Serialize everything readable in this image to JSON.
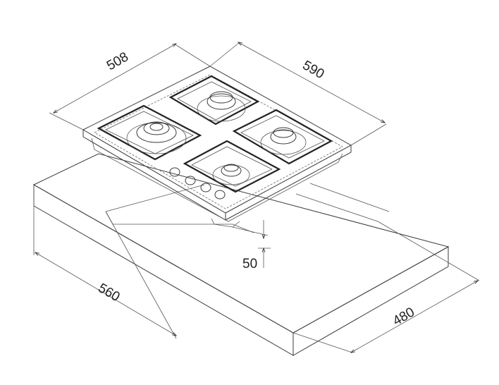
{
  "dimensions": {
    "hob_depth": "508",
    "hob_width": "590",
    "cutout_depth_height": "50",
    "cutout_width": "560",
    "cutout_depth": "480"
  },
  "colors": {
    "line": "#3a3a3a",
    "background": "#ffffff"
  }
}
